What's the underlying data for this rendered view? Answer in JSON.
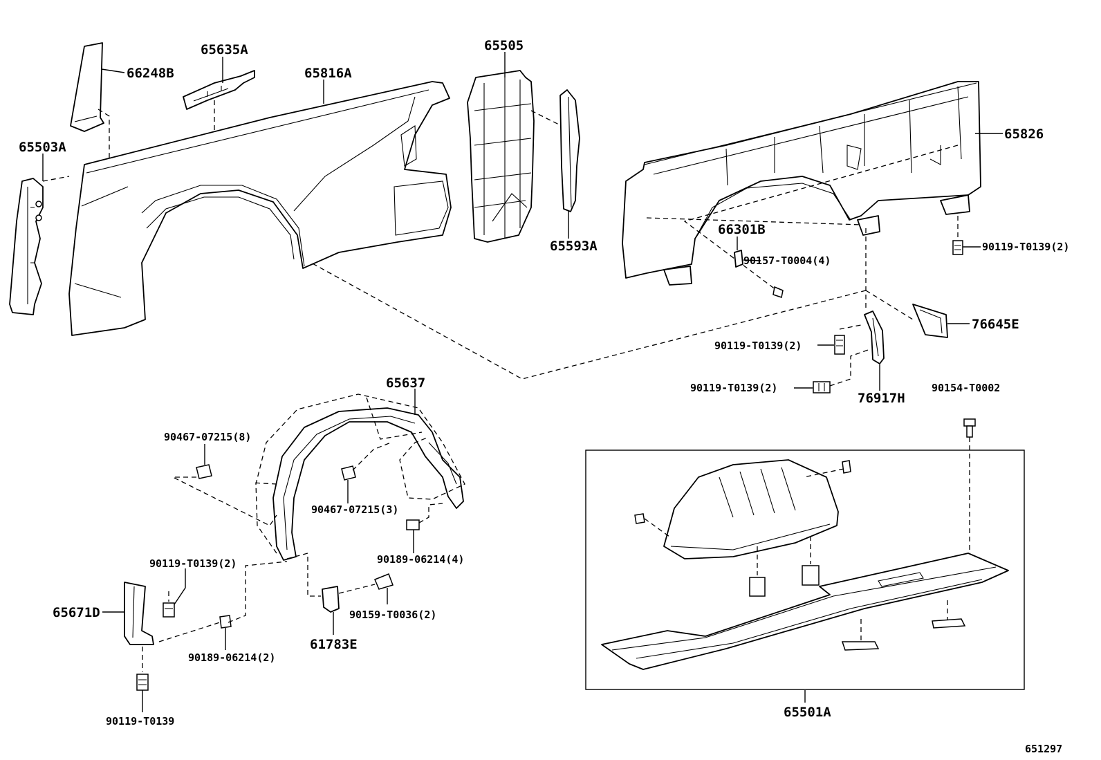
{
  "labels": {
    "p66248B": "66248B",
    "p65635A": "65635A",
    "p65816A": "65816A",
    "p65505": "65505",
    "p65503A": "65503A",
    "p65593A": "65593A",
    "p65826": "65826",
    "p66301B": "66301B",
    "p90157": "90157-T0004(4)",
    "p90119a": "90119-T0139(2)",
    "p90119b": "90119-T0139(2)",
    "p90119c": "90119-T0139(2)",
    "p76645E": "76645E",
    "p76917H": "76917H",
    "p90154": "90154-T0002",
    "p65637": "65637",
    "p90467a": "90467-07215(8)",
    "p90467b": "90467-07215(3)",
    "p90189a": "90189-06214(4)",
    "p90119d": "90119-T0139(2)",
    "p65671D": "65671D",
    "p90159": "90159-T0036(2)",
    "p90189b": "90189-06214(2)",
    "p61783E": "61783E",
    "p90119e": "90119-T0139",
    "p65501A": "65501A"
  },
  "figure_code": "651297"
}
